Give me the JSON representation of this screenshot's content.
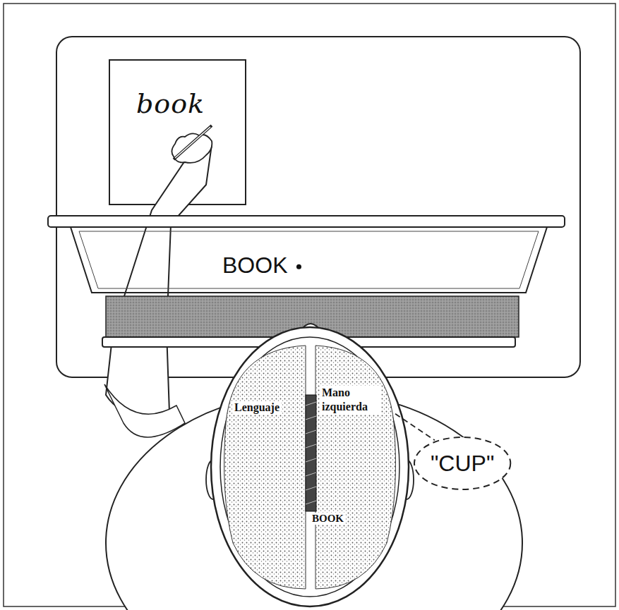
{
  "diagram": {
    "nodes": [
      {
        "text": [
          "book"
        ]
      },
      {
        "text": [
          "BOOK"
        ]
      },
      {
        "text": [
          "Lenguaje",
          "Mano izquierda",
          "BOOK"
        ]
      },
      {
        "text": [
          "\"CUP\""
        ]
      }
    ],
    "edges": [
      {
        "from": 2,
        "to": 3,
        "arrow": "none"
      }
    ]
  }
}
